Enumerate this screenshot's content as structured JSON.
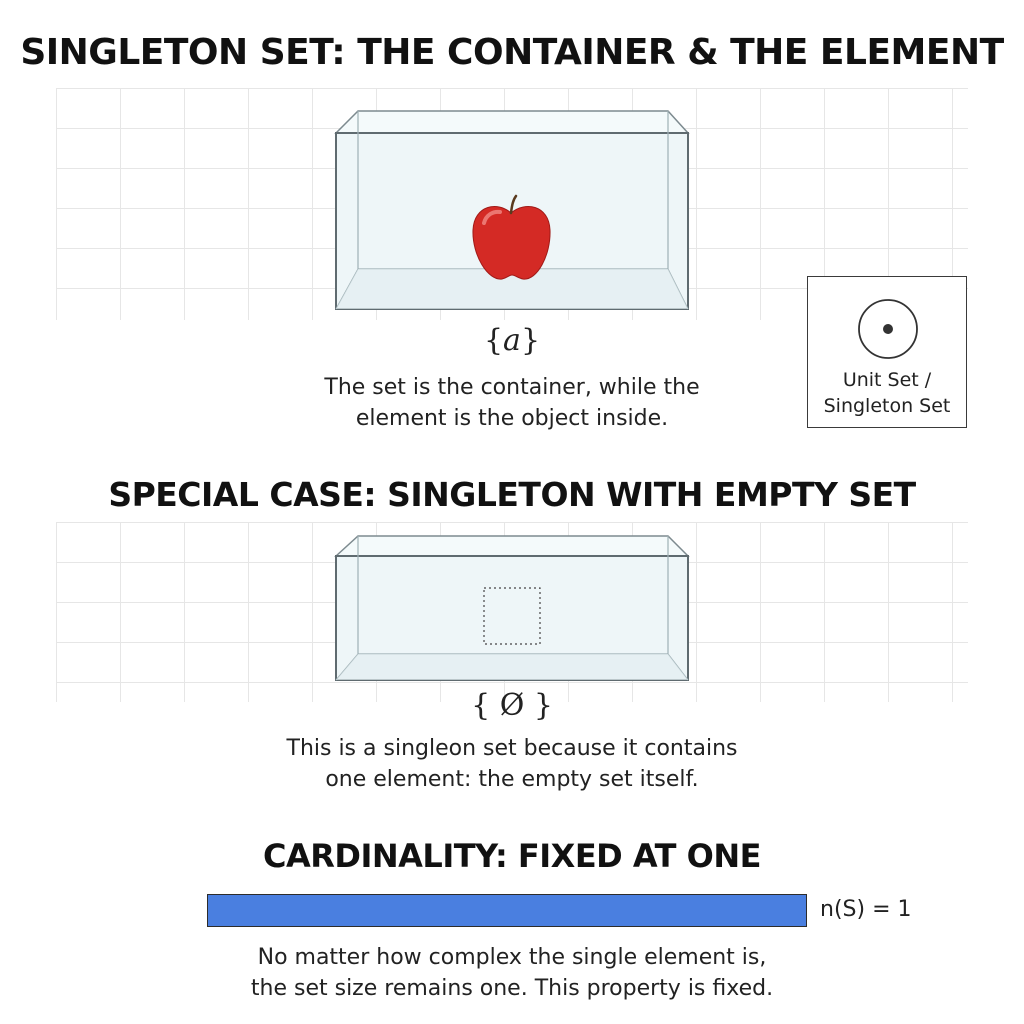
{
  "headings": {
    "main": "SINGLETON SET: THE CONTAINER & THE ELEMENT",
    "special": "SPECIAL CASE: SINGLETON WITH EMPTY SET",
    "cardinality": "CARDINALITY: FIXED AT ONE"
  },
  "container_a": {
    "element_icon": "apple-icon",
    "notation_open": "{",
    "notation_var": "a",
    "notation_close": "}",
    "caption_lines": [
      "The set is the container, while the",
      "element is the object inside."
    ]
  },
  "legend": {
    "icon": "unit-set-dot-icon",
    "label_lines": [
      "Unit Set /",
      "Singleton Set"
    ]
  },
  "container_empty": {
    "element_icon": "empty-set-dotted-square-icon",
    "notation": "{ Ø }",
    "caption_lines": [
      "This is a singleon set because it contains",
      "one element: the empty set itself."
    ]
  },
  "cardinality": {
    "label": "n(S) = 1",
    "value": 1,
    "fill_fraction": 1.0,
    "bar_color": "#4a7fe0",
    "caption_lines": [
      "No matter how complex the single element is,",
      "the set size remains one. This property is fixed."
    ]
  },
  "colors": {
    "glass_fill": "#eef6f8",
    "glass_edge": "#7d8a8f",
    "apple_red": "#d42a25",
    "grid_line": "#e6e6e6"
  }
}
